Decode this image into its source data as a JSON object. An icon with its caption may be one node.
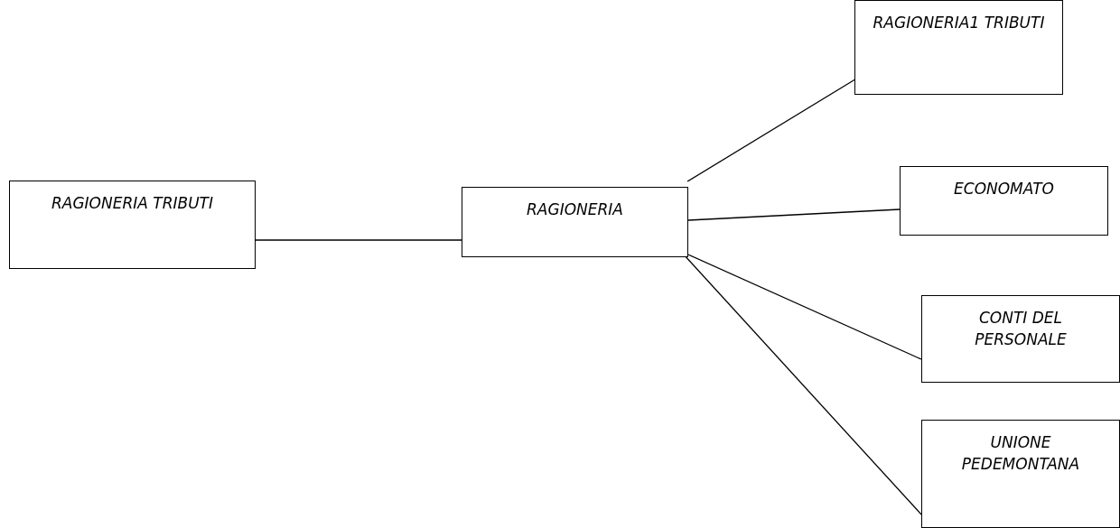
{
  "diagram": {
    "nodes": [
      {
        "text": [
          "RAGIONERIA TRIBUTI"
        ]
      },
      {
        "text": [
          "RAGIONERIA"
        ]
      },
      {
        "text": [
          "RAGIONERIA1 TRIBUTI"
        ]
      },
      {
        "text": [
          "ECONOMATO"
        ]
      },
      {
        "text": [
          "CONTI DEL PERSONALE"
        ]
      },
      {
        "text": [
          "UNIONE PEDEMONTANA"
        ]
      }
    ],
    "edges": [
      {
        "from": 0,
        "to": 1,
        "arrow": "none"
      },
      {
        "from": 1,
        "to": 2,
        "arrow": "none"
      },
      {
        "from": 1,
        "to": 3,
        "arrow": "none"
      },
      {
        "from": 1,
        "to": 4,
        "arrow": "none"
      },
      {
        "from": 1,
        "to": 5,
        "arrow": "none"
      }
    ]
  }
}
